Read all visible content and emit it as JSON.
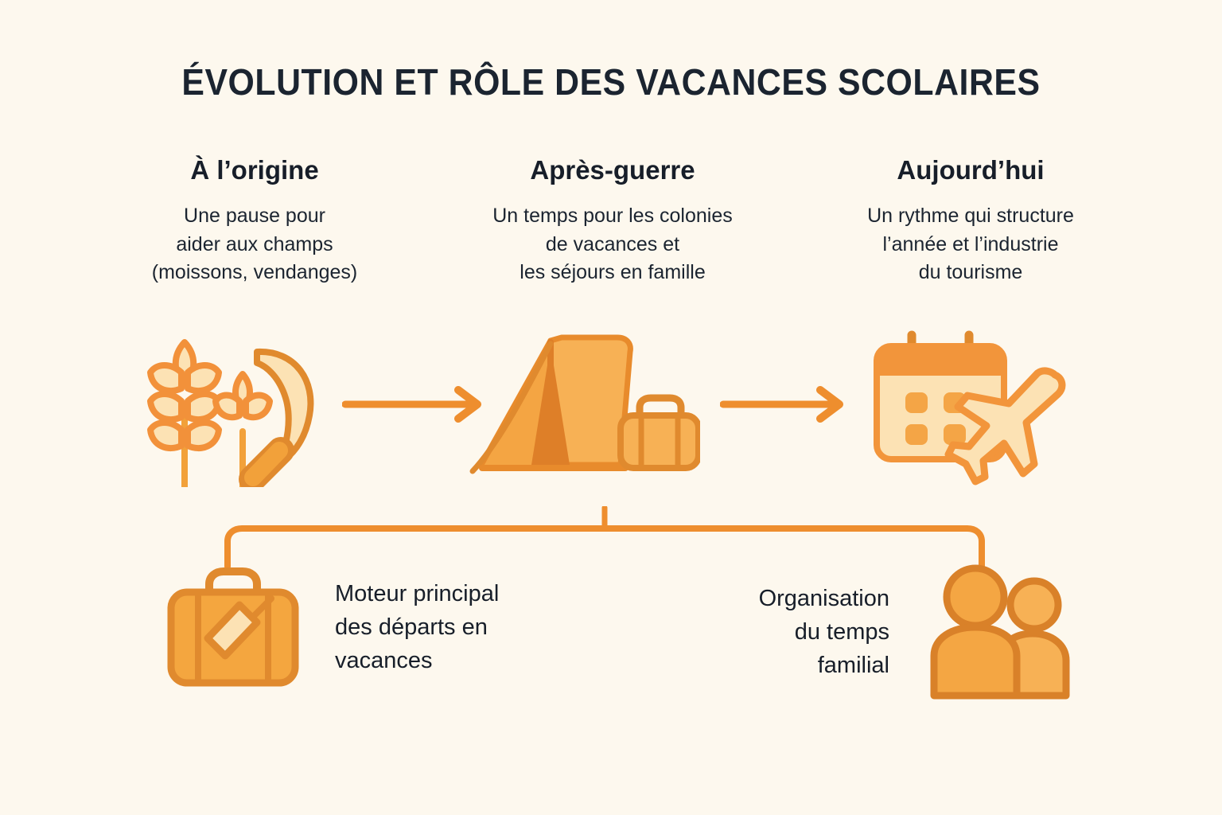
{
  "meta": {
    "background_color": "#FDF8EE",
    "text_color": "#171E29",
    "accent_orange": "#F2913A",
    "accent_orange_dark": "#DE7F28",
    "accent_cream": "#FCE2B4",
    "accent_light": "#F9CE86"
  },
  "title": "ÉVOLUTION ET RÔLE DES VACANCES SCOLAIRES",
  "columns": [
    {
      "heading": "À l’origine",
      "body_lines": [
        "Une pause pour",
        "aider aux champs",
        "(moissons, vendanges)"
      ],
      "icon": "wheat-sickle-icon"
    },
    {
      "heading": "Après-guerre",
      "body_lines": [
        "Un temps pour les colonies",
        "de vacances et",
        "les séjours en famille"
      ],
      "icon": "tent-suitcase-icon"
    },
    {
      "heading": "Aujourd’hui",
      "body_lines": [
        "Un rythme qui structure",
        "l’année et l’industrie",
        "du tourisme"
      ],
      "icon": "calendar-airplane-icon"
    }
  ],
  "connectors": {
    "arrow_1": "arrow-right-icon",
    "arrow_2": "arrow-right-icon",
    "bracket": "bracket-connector"
  },
  "outcomes": [
    {
      "lines": [
        "Moteur principal",
        "des départs en",
        "vacances"
      ],
      "icon": "suitcase-icon",
      "icon_position": "left"
    },
    {
      "lines": [
        "Organisation",
        "du temps",
        "familial"
      ],
      "icon": "family-people-icon",
      "icon_position": "right"
    }
  ]
}
